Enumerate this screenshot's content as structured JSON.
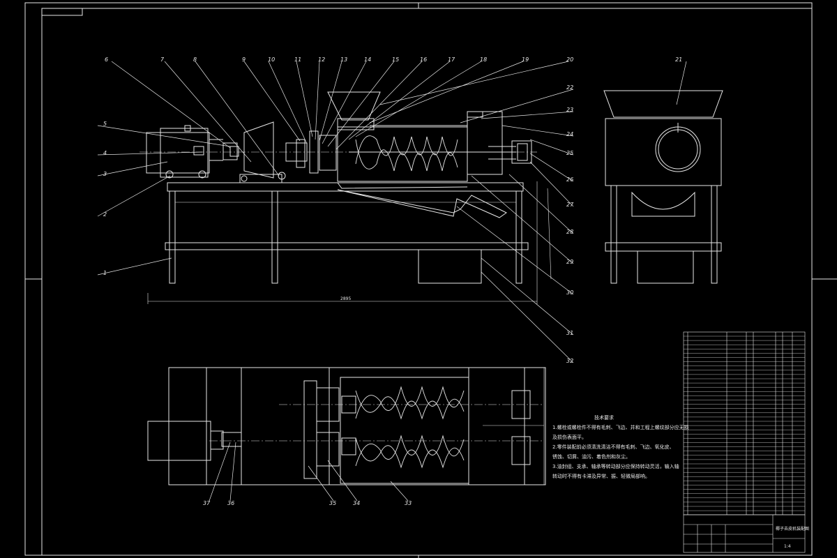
{
  "drawing": {
    "dimension_overall": "2895",
    "balloons": {
      "top": [
        "6",
        "7",
        "8",
        "9",
        "10",
        "11",
        "12",
        "13",
        "14",
        "15",
        "16",
        "17",
        "18",
        "19",
        "20",
        "21"
      ],
      "right": [
        "22",
        "23",
        "24",
        "25",
        "26",
        "27",
        "28",
        "29",
        "30",
        "31",
        "32"
      ],
      "left": [
        "5",
        "4",
        "3",
        "2",
        "1"
      ],
      "bottom": [
        "37",
        "36",
        "35",
        "34",
        "33"
      ]
    },
    "tech_requirements": {
      "title": "技术要求",
      "lines": [
        "1.螺栓或螺栓件不得有毛刺、飞边、并和工程上螺纹部分应无损",
        "及损伤表面平。",
        "2.零件装配前必须清洗清洁不得有毛刺、飞边、氧化皮、",
        "锈蚀、切屑、油污、着色剂和灰尘。",
        "3.油封组、支承、轴承等转动部分应保持转动灵活，输入轴",
        "转动时不得有卡滞及异常、振、轻微局部响。"
      ]
    },
    "title_block": {
      "drawing_name": "椰子去皮机装配图",
      "scale": "1:4"
    }
  }
}
